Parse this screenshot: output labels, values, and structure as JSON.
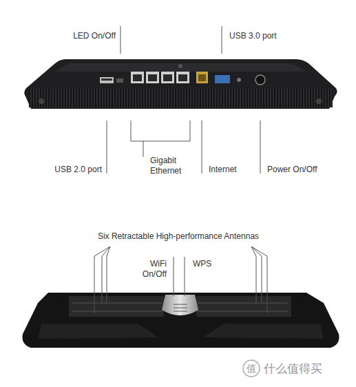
{
  "diagram": {
    "labels": [
      "LED On/Off",
      "USB 3.0 port",
      "USB 2.0 port",
      "Gigabit Ethernet",
      "Internet",
      "Power On/Off",
      "Six Retractable High-performance Antennas",
      "WiFi On/Off",
      "WPS",
      "值",
      "什么值得买"
    ]
  }
}
